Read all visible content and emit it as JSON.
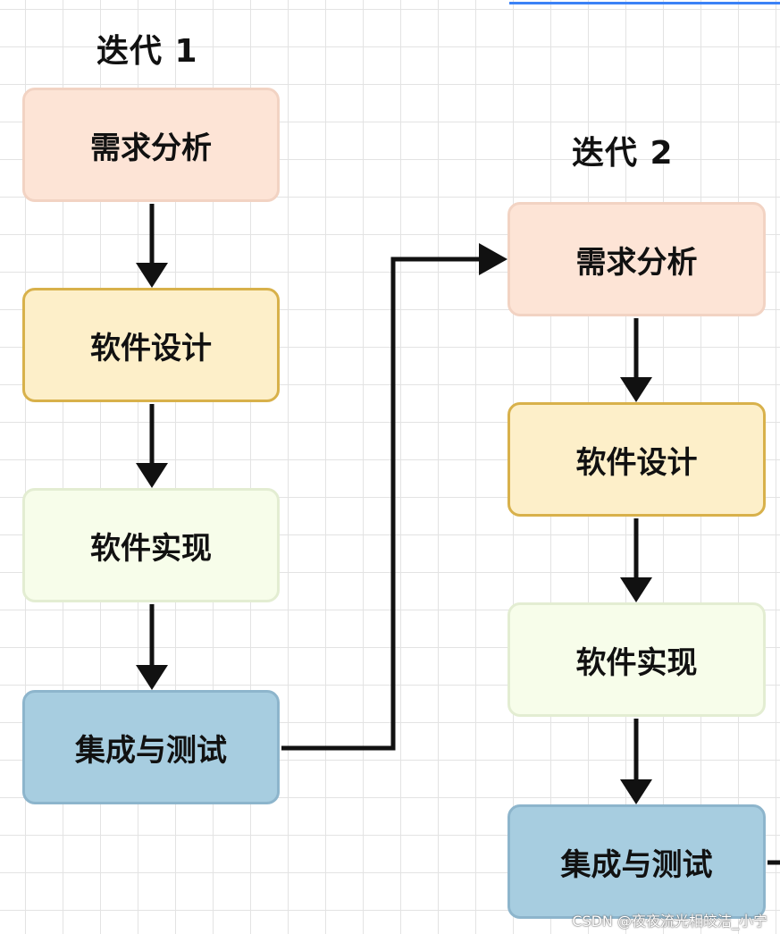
{
  "iterations": [
    {
      "title": "迭代 1",
      "steps": {
        "analysis": "需求分析",
        "design": "软件设计",
        "implementation": "软件实现",
        "integration_test": "集成与测试"
      }
    },
    {
      "title": "迭代 2",
      "steps": {
        "analysis": "需求分析",
        "design": "软件设计",
        "implementation": "软件实现",
        "integration_test": "集成与测试"
      }
    }
  ],
  "watermark": "CSDN @夜夜流光相皎洁_小宁",
  "colors": {
    "analysis_fill": "#fde4d6",
    "design_fill": "#fdefc9",
    "implementation_fill": "#f7fdea",
    "test_fill": "#a7cde0",
    "connector": "#111111"
  }
}
